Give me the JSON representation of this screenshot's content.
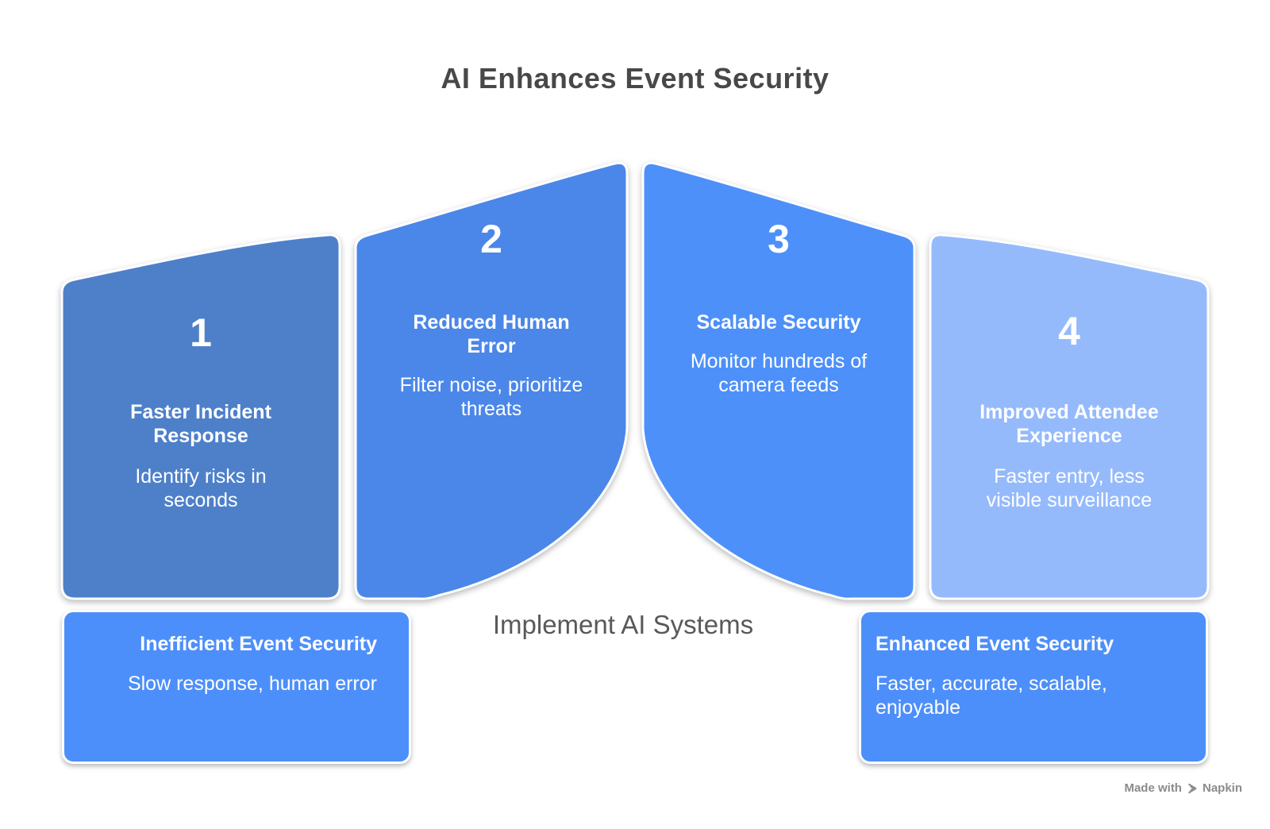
{
  "title": "AI Enhances Event Security",
  "center_label": "Implement AI Systems",
  "segments": [
    {
      "number": "1",
      "heading": "Faster Incident Response",
      "description": "Identify risks in seconds",
      "color": "#4E80CA"
    },
    {
      "number": "2",
      "heading": "Reduced Human Error",
      "description": "Filter noise, prioritize threats",
      "color": "#4B87E8"
    },
    {
      "number": "3",
      "heading": "Scalable Security",
      "description": "Monitor hundreds of camera feeds",
      "color": "#4D90FA"
    },
    {
      "number": "4",
      "heading": "Improved Attendee Experience",
      "description": "Faster entry, less visible surveillance",
      "color": "#95BAFC"
    }
  ],
  "start_box": {
    "title": "Inefficient Event Security",
    "description": "Slow response, human error",
    "color": "#4D8FFA"
  },
  "end_box": {
    "title": "Enhanced Event Security",
    "description": "Faster, accurate, scalable, enjoyable",
    "color": "#4D8FFA"
  },
  "watermark": {
    "prefix": "Made with",
    "brand": "Napkin"
  },
  "colors": {
    "background": "#ffffff",
    "title_text": "#484848",
    "center_label_text": "#58595b",
    "segment_text": "#ffffff",
    "watermark_text": "#8b8b8b"
  }
}
